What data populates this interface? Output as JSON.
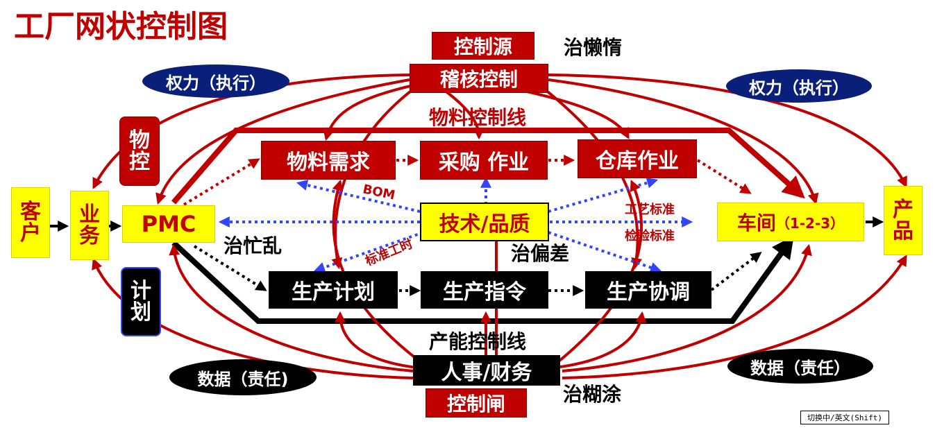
{
  "title": "工厂网状控制图",
  "control_source": "控制源",
  "audit_control": "稽核控制",
  "cure_laziness": "治懒惰",
  "material_control_line": "物料控制线",
  "power_left": "权力（执行）",
  "power_right": "权力（执行）",
  "material_control_tab": "物控",
  "plan_tab": "计划",
  "customer": "客户",
  "sales": "业务",
  "pmc": "PMC",
  "material_demand": "物料需求",
  "purchasing": "采购 作业",
  "warehouse": "仓库作业",
  "bom": "BOM",
  "tech_quality": "技术/品质",
  "process_standard": "工艺标准",
  "inspection_standard": "检验标准",
  "workshop_label": "车间",
  "workshop_suffix": "（1-2-3）",
  "product": "产品",
  "cure_busy_chaos": "治忙乱",
  "standard_hours": "标准工时",
  "cure_deviation": "治偏差",
  "production_plan": "生产计划",
  "production_order": "生产指令",
  "production_coordination": "生产协调",
  "capacity_control_line": "产能控制线",
  "hr_finance": "人事/财务",
  "control_gate": "控制闸",
  "cure_confusion": "治糊涂",
  "data_left": "数据（责任)",
  "data_right": "数据（责任）",
  "ime_hint": "切换中/英文(Shift)",
  "colors": {
    "red": "#c00000",
    "yellow": "#ffff00",
    "navy": "#0a1f7a",
    "blue": "#3344ff",
    "black": "#000000"
  }
}
